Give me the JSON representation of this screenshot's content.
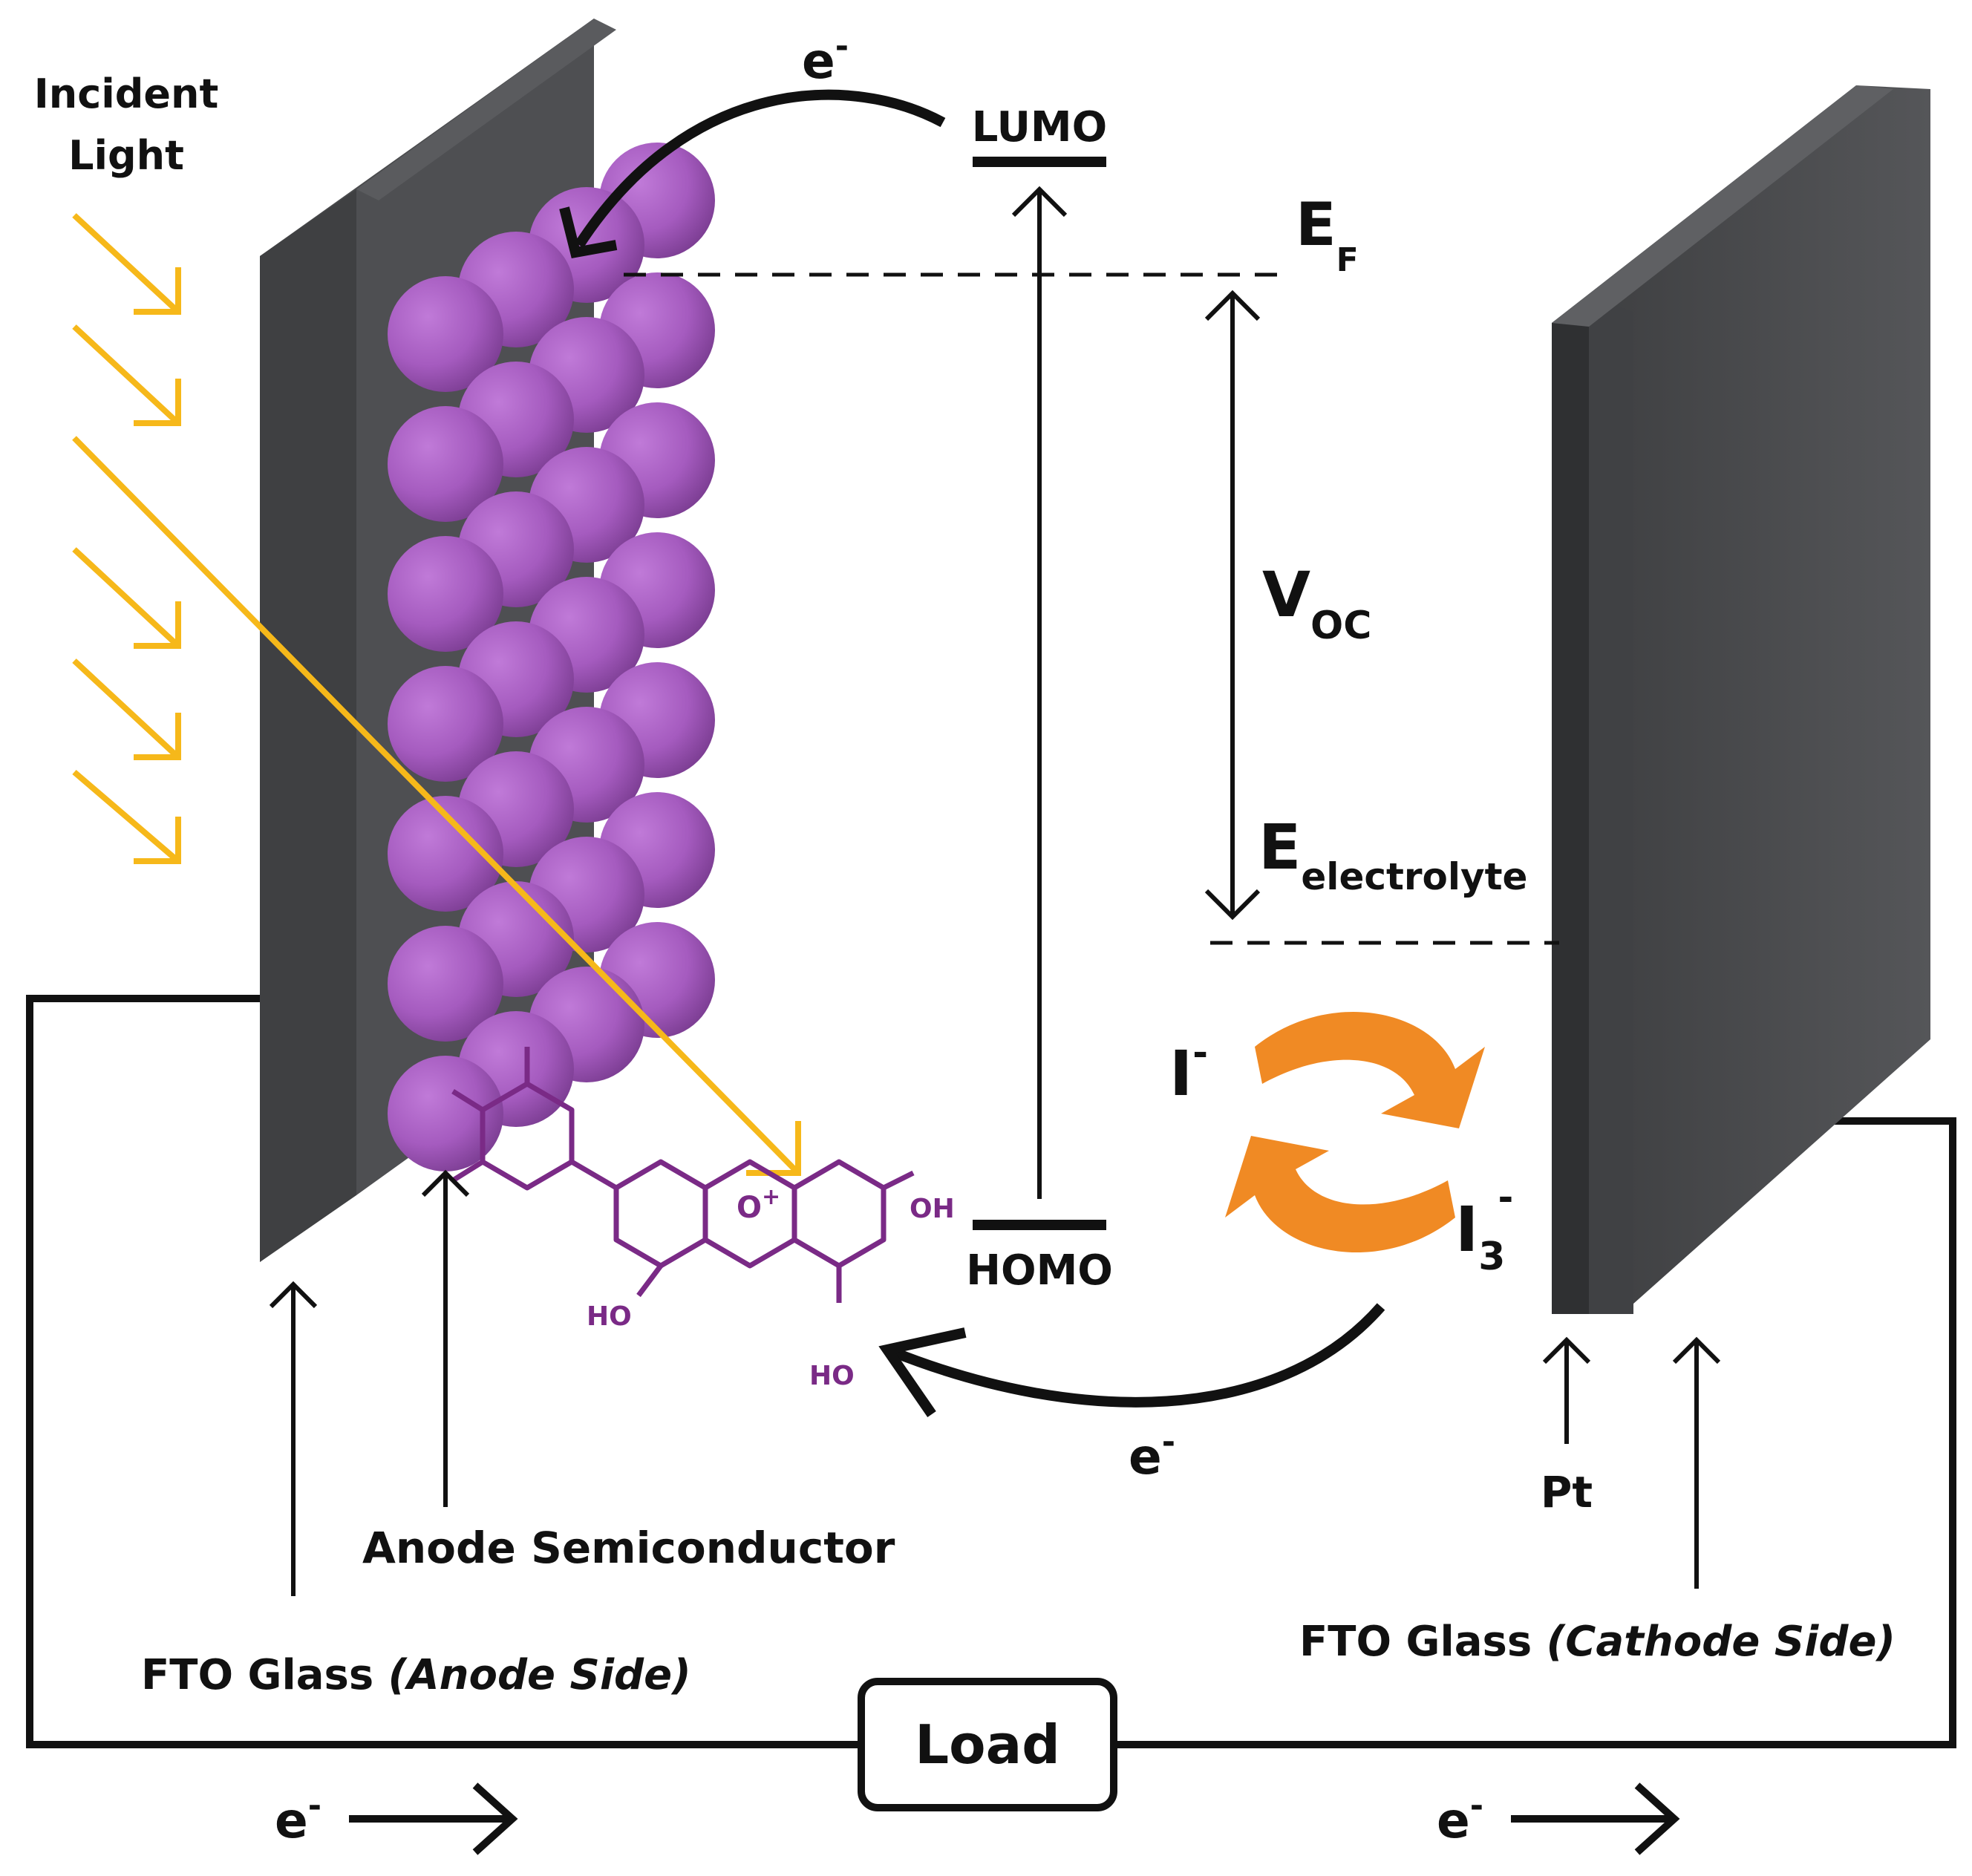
{
  "labels": {
    "incident_light_1": "Incident",
    "incident_light_2": "Light",
    "electron": "e",
    "electron_sup": "-",
    "lumo": "LUMO",
    "homo": "HOMO",
    "ef_main": "E",
    "ef_sub": "F",
    "voc_main": "V",
    "voc_sub": "OC",
    "eel_main": "E",
    "eel_sub": "electrolyte",
    "iodide_main": "I",
    "iodide_sup": "-",
    "triiodide_main": "I",
    "triiodide_sub": "3",
    "triiodide_sup": "-",
    "anode_semiconductor": "Anode Semiconductor",
    "fto_anode_main": "FTO Glass ",
    "fto_anode_ital": "(Anode Side)",
    "fto_cathode_main": "FTO Glass ",
    "fto_cathode_ital": "(Cathode Side)",
    "pt": "Pt",
    "load": "Load"
  },
  "molecule_labels": {
    "oh_right": "OH",
    "ho_left": "HO",
    "ho_bottom": "HO",
    "oxonium": "O",
    "oxonium_charge": "+"
  },
  "colors": {
    "electrode": "#4a4b4d",
    "electrode_edge": "#333436",
    "particle": "#a55bbf",
    "light": "#f6b81a",
    "redox_arrow": "#f08a24",
    "molecule": "#7a2a86",
    "wire": "#111111"
  }
}
